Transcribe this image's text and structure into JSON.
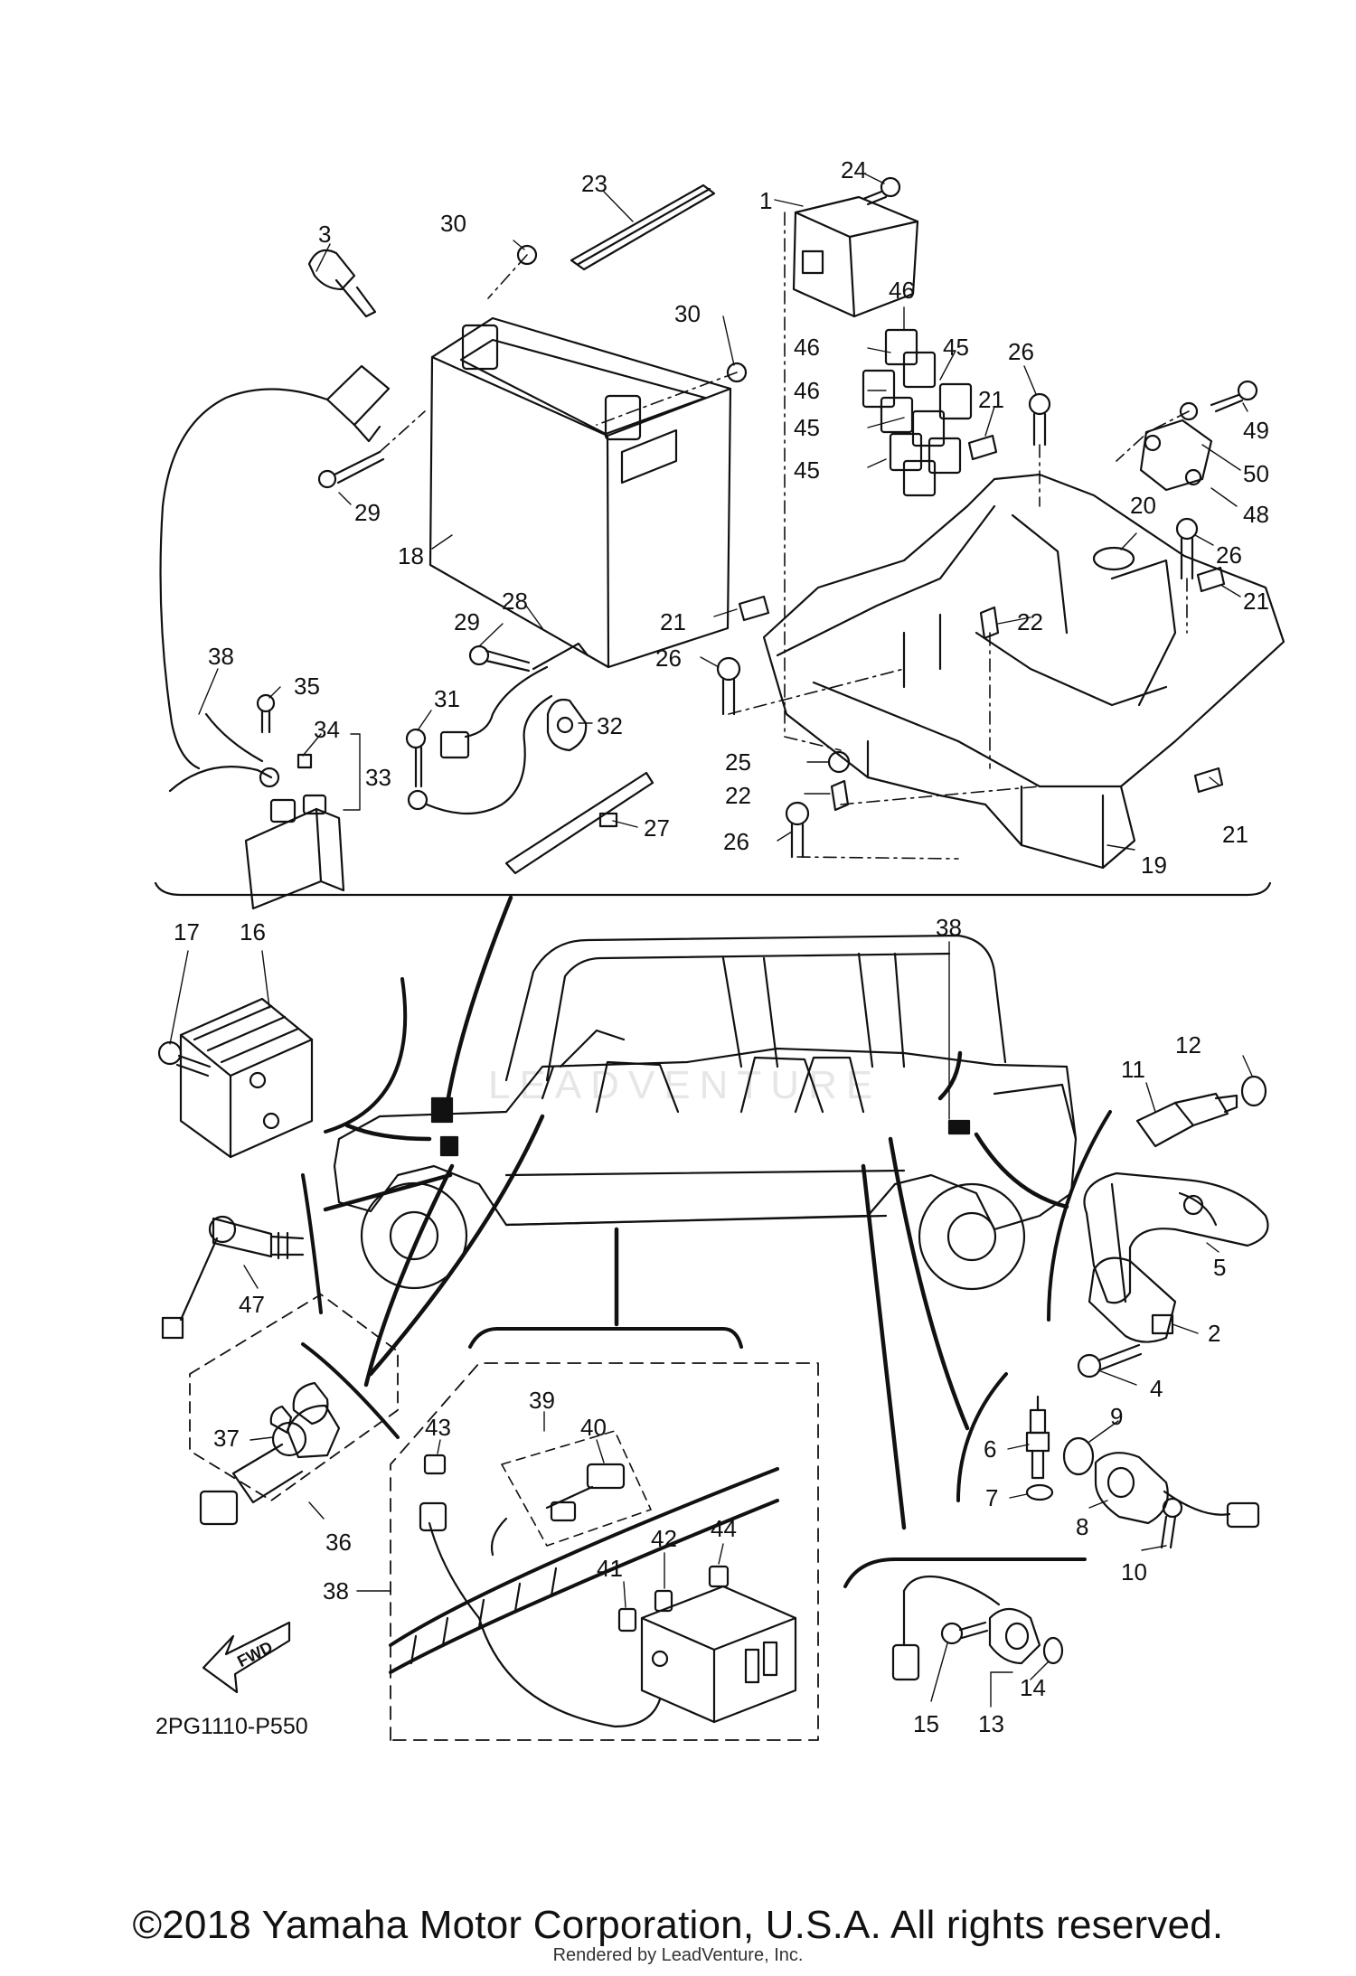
{
  "diagram": {
    "code": "2PG1110-P550",
    "direction_label": "FWD",
    "copyright": "©2018 Yamaha Motor Corporation, U.S.A. All rights reserved.",
    "rendered_by": "Rendered by LeadVenture, Inc.",
    "watermark": "LEADVENTURE"
  },
  "callouts": [
    {
      "id": "c24",
      "text": "24"
    },
    {
      "id": "c1",
      "text": "1"
    },
    {
      "id": "c23",
      "text": "23"
    },
    {
      "id": "c3",
      "text": "3"
    },
    {
      "id": "c30a",
      "text": "30"
    },
    {
      "id": "c30b",
      "text": "30"
    },
    {
      "id": "c46a",
      "text": "46"
    },
    {
      "id": "c46b",
      "text": "46"
    },
    {
      "id": "c46c",
      "text": "46"
    },
    {
      "id": "c45a",
      "text": "45"
    },
    {
      "id": "c45b",
      "text": "45"
    },
    {
      "id": "c45c",
      "text": "45"
    },
    {
      "id": "c26a",
      "text": "26"
    },
    {
      "id": "c21a",
      "text": "21"
    },
    {
      "id": "c49",
      "text": "49"
    },
    {
      "id": "c50",
      "text": "50"
    },
    {
      "id": "c48",
      "text": "48"
    },
    {
      "id": "c20",
      "text": "20"
    },
    {
      "id": "c26b",
      "text": "26"
    },
    {
      "id": "c21b",
      "text": "21"
    },
    {
      "id": "c29a",
      "text": "29"
    },
    {
      "id": "c18",
      "text": "18"
    },
    {
      "id": "c28",
      "text": "28"
    },
    {
      "id": "c29b",
      "text": "29"
    },
    {
      "id": "c21c",
      "text": "21"
    },
    {
      "id": "c22a",
      "text": "22"
    },
    {
      "id": "c38a",
      "text": "38"
    },
    {
      "id": "c35",
      "text": "35"
    },
    {
      "id": "c26c",
      "text": "26"
    },
    {
      "id": "c34",
      "text": "34"
    },
    {
      "id": "c33",
      "text": "33"
    },
    {
      "id": "c31",
      "text": "31"
    },
    {
      "id": "c32",
      "text": "32"
    },
    {
      "id": "c25",
      "text": "25"
    },
    {
      "id": "c22b",
      "text": "22"
    },
    {
      "id": "c27",
      "text": "27"
    },
    {
      "id": "c26d",
      "text": "26"
    },
    {
      "id": "c21d",
      "text": "21"
    },
    {
      "id": "c19",
      "text": "19"
    },
    {
      "id": "c17",
      "text": "17"
    },
    {
      "id": "c16",
      "text": "16"
    },
    {
      "id": "c38b",
      "text": "38"
    },
    {
      "id": "c12",
      "text": "12"
    },
    {
      "id": "c11",
      "text": "11"
    },
    {
      "id": "c5",
      "text": "5"
    },
    {
      "id": "c2",
      "text": "2"
    },
    {
      "id": "c47",
      "text": "47"
    },
    {
      "id": "c4",
      "text": "4"
    },
    {
      "id": "c9",
      "text": "9"
    },
    {
      "id": "c39",
      "text": "39"
    },
    {
      "id": "c43",
      "text": "43"
    },
    {
      "id": "c40",
      "text": "40"
    },
    {
      "id": "c37",
      "text": "37"
    },
    {
      "id": "c6",
      "text": "6"
    },
    {
      "id": "c7",
      "text": "7"
    },
    {
      "id": "c8",
      "text": "8"
    },
    {
      "id": "c10",
      "text": "10"
    },
    {
      "id": "c44",
      "text": "44"
    },
    {
      "id": "c42",
      "text": "42"
    },
    {
      "id": "c41",
      "text": "41"
    },
    {
      "id": "c36",
      "text": "36"
    },
    {
      "id": "c38c",
      "text": "38"
    },
    {
      "id": "c14",
      "text": "14"
    },
    {
      "id": "c15",
      "text": "15"
    },
    {
      "id": "c13",
      "text": "13"
    }
  ]
}
